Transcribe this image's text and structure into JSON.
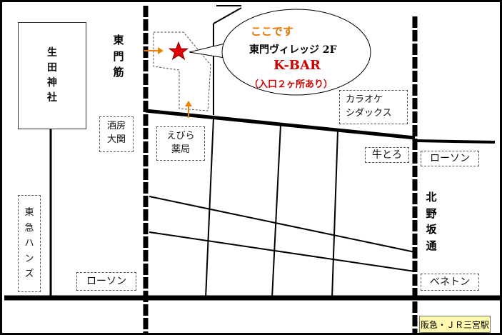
{
  "shrine": {
    "name": "生田神社"
  },
  "streets": {
    "higashimon": "東門筋",
    "kitano": "北野坂通"
  },
  "shops": {
    "sakagura": {
      "line1": "酒房",
      "line2": "大関"
    },
    "ebira": {
      "line1": "えびら",
      "line2": "薬局"
    },
    "karaoke": {
      "line1": "カラオケ",
      "line2": "シダックス"
    },
    "gyutoro": "牛とろ",
    "lawson_right": "ローソン",
    "lawson_left": "ローソン",
    "tokyu": "東急ハンズ",
    "benetton": "ベネトン"
  },
  "callout": {
    "here": "ここです",
    "building": "東門ヴィレッジ 2F",
    "bar_name": "K-BAR",
    "entrances": "（入口２ヶ所あり）"
  },
  "station": "阪急・ＪＲ三宮駅",
  "colors": {
    "star": "#e00000",
    "arrow": "#f08000",
    "station_bg": "#fff9b0"
  },
  "icons": {
    "location": "star-icon",
    "entrance": "arrow-icon"
  }
}
